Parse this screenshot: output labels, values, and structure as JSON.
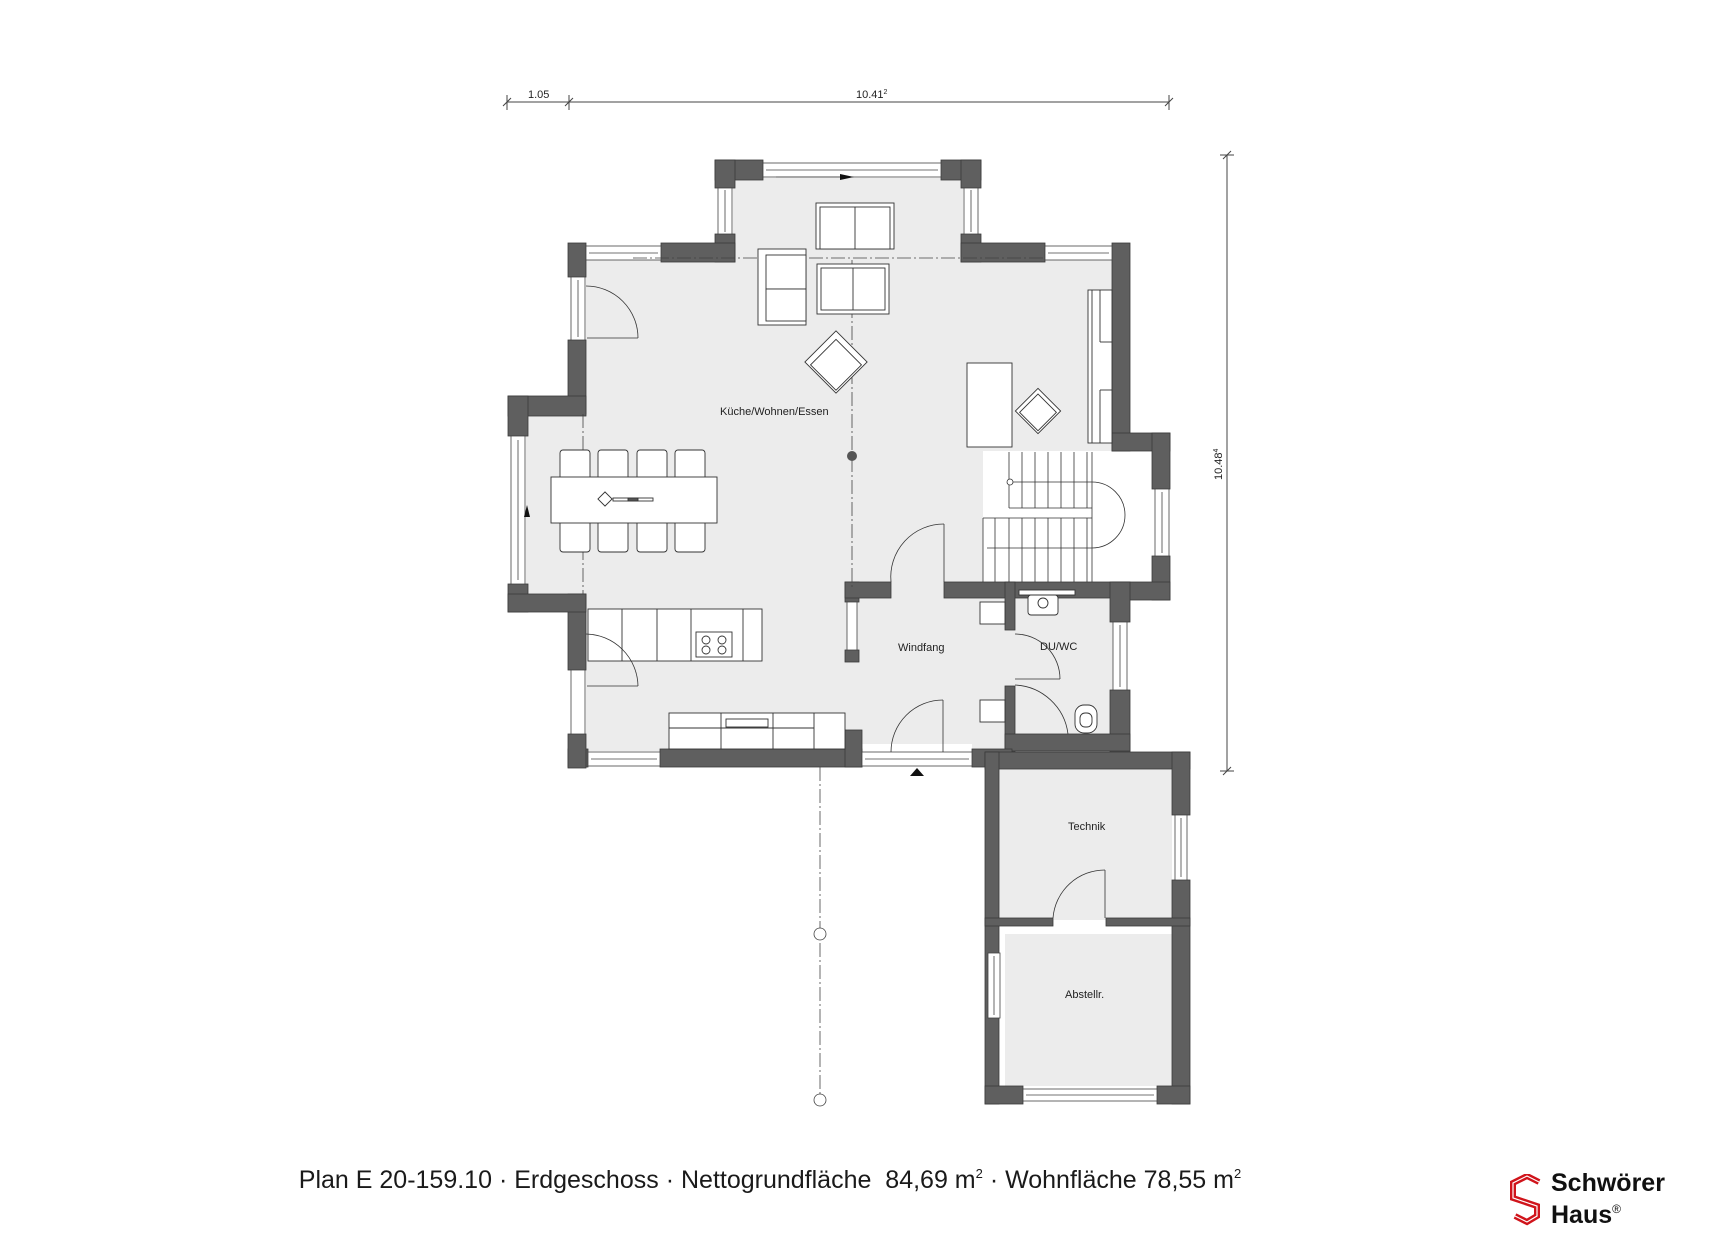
{
  "plan": {
    "caption": {
      "plan_id": "Plan E 20-159.10",
      "separator": "·",
      "floor": "Erdgeschoss",
      "net_area_label": "Nettogrundfläche",
      "net_area_value": "84,69 m",
      "living_area_label": "Wohnfläche",
      "living_area_value": "78,55 m",
      "unit_superscript": "2"
    },
    "dimensions": {
      "top_left": "1.05",
      "top_main": "10.41",
      "top_main_sup": "2",
      "right_vertical": "10.48",
      "right_vertical_sup": "4"
    },
    "rooms": [
      {
        "name": "Küche/Wohnen/Essen"
      },
      {
        "name": "Windfang"
      },
      {
        "name": "DU/WC"
      },
      {
        "name": "Technik"
      },
      {
        "name": "Abstellr."
      }
    ]
  },
  "logo": {
    "line1": "Schwörer",
    "line2": "Haus",
    "registered": "®",
    "brand_color": "#d0141b"
  },
  "colors": {
    "wall": "#5f5f5f",
    "floor": "#ececec",
    "line": "#333333"
  }
}
